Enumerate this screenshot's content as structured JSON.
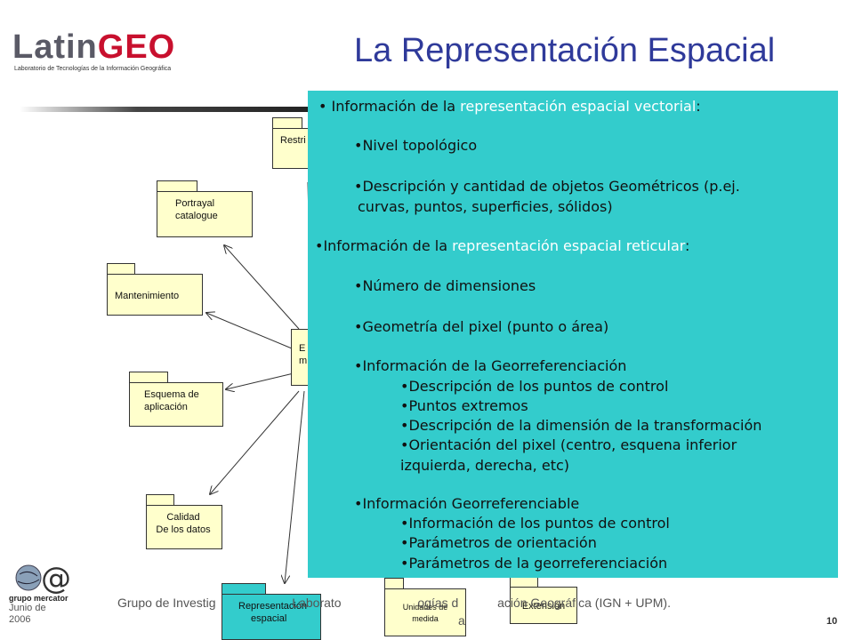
{
  "header": {
    "logo_main": "Latin",
    "logo_accent": "GEO",
    "logo_sub": "Laboratorio de Tecnologías de la Información Geográfica",
    "title": "La Representación Espacial"
  },
  "diagram": {
    "packages": {
      "restric": "Restri",
      "portrayal_1": "Portrayal",
      "portrayal_2": "catalogue",
      "mantenimiento": "Mantenimiento",
      "esquema_1": "Esquema de",
      "esquema_2": "aplicación",
      "calidad_1": "Calidad",
      "calidad_2": "De los datos",
      "center_1": "E",
      "center_2": "m",
      "rep_1": "Representación",
      "rep_2": "espacial",
      "unidades_1": "Unidades de",
      "unidades_2": "medida",
      "extension": "Extensión"
    }
  },
  "popup": {
    "l1_pre": "• Información de la ",
    "l1_hl": "representación espacial vectorial",
    "l1_post": ":",
    "l2": "•Nivel topológico",
    "l3": "•Descripción y cantidad de objetos Geométricos  (p.ej.",
    "l4": "curvas, puntos, superficies, sólidos)",
    "l5_pre": "•Información de la ",
    "l5_hl": "representación espacial reticular",
    "l5_post": ":",
    "l6": "•Número de dimensiones",
    "l7": "•Geometría del pixel (punto o área)",
    "l8": "•Información de la Georreferenciación",
    "l9": "•Descripción de los puntos de control",
    "l10": "•Puntos extremos",
    "l11": "•Descripción de la dimensión de la transformación",
    "l12": "•Orientación del pixel (centro, esquena inferior",
    "l13": "izquierda, derecha, etc)",
    "l14": "•Información Georreferenciable",
    "l15": "•Información de los puntos de control",
    "l16": "•Parámetros de orientación",
    "l17": "•Parámetros de la georreferenciación"
  },
  "footer": {
    "date_1": "Junio de",
    "date_2": "2006",
    "text_1": "Grupo de Investig",
    "text_2": "Laborato",
    "text_3": "ogías d",
    "text_4": "ación Geográfica (IGN + UPM).",
    "text_5": "a",
    "page": "10",
    "gm_1": "grupo",
    "gm_2": "mercator"
  },
  "colors": {
    "title": "#2f3a9a",
    "popup_bg": "#33cccc",
    "package_bg": "#ffffcc",
    "accent": "#c8102e"
  }
}
